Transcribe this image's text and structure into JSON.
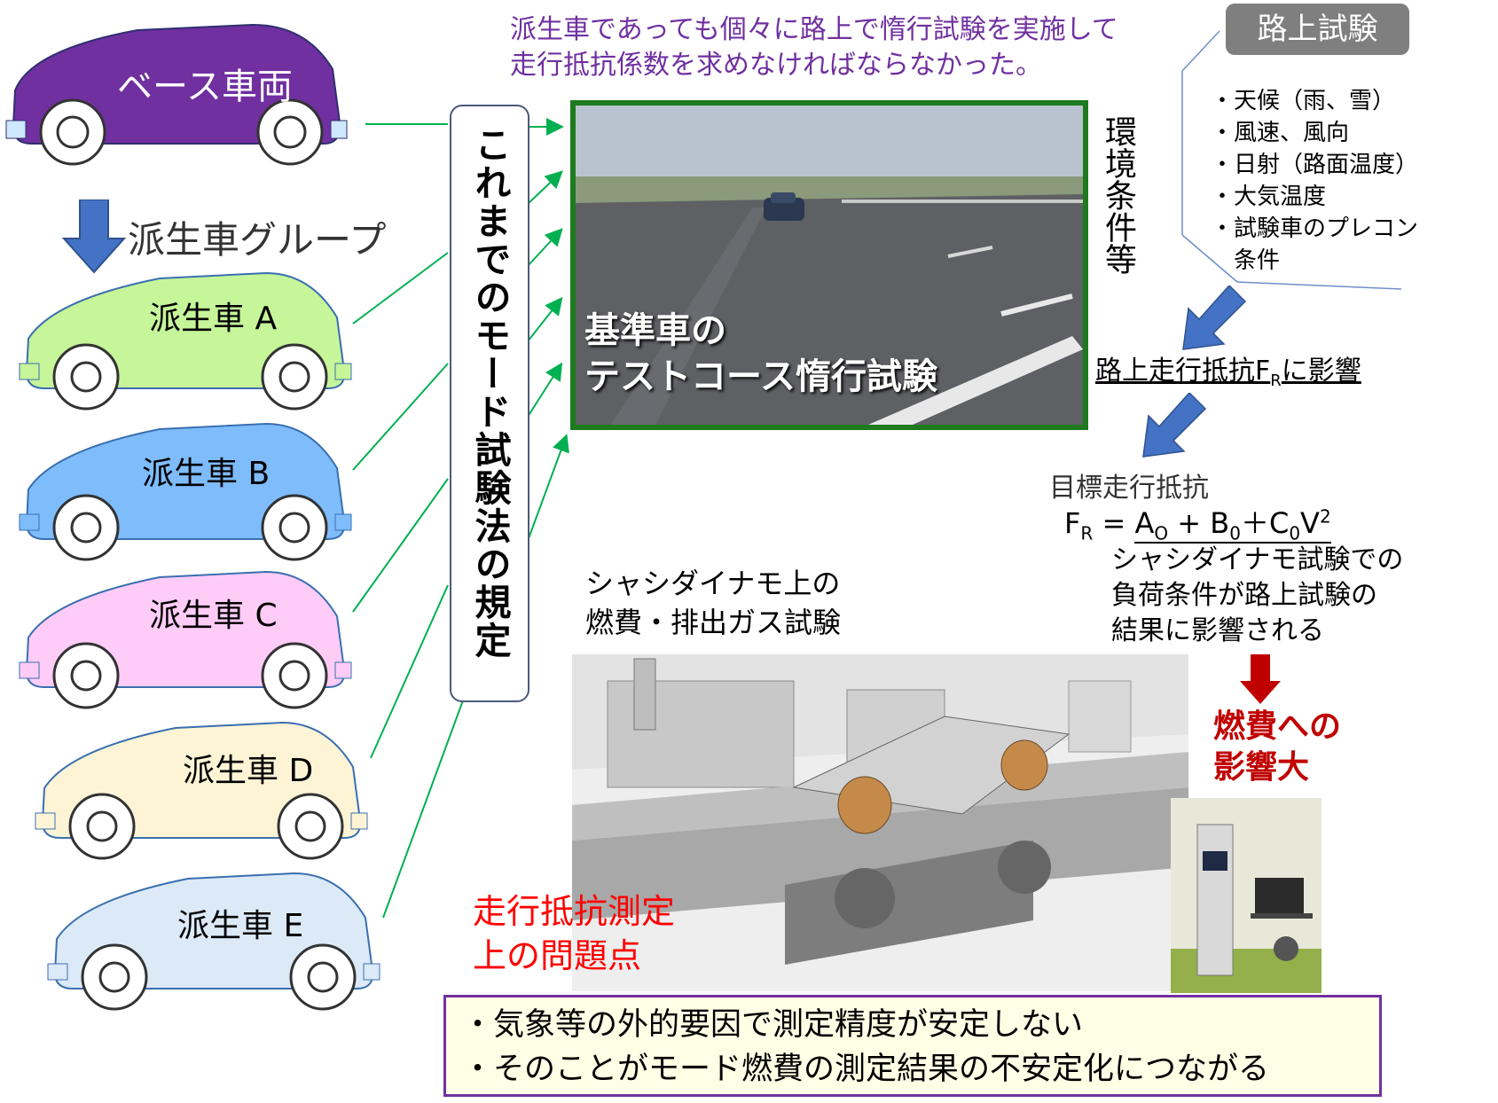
{
  "intro_note": {
    "line1": "派生車であっても個々に路上で惰行試験を実施して",
    "line2": "走行抵抗係数を求めなければならなかった。"
  },
  "base_car": {
    "label": "ベース車両",
    "color": "#7030a0"
  },
  "derived_group_label": "派生車グループ",
  "derived_cars": [
    {
      "label": "派生車 A",
      "color": "#c6f59a"
    },
    {
      "label": "派生車 B",
      "color": "#7ebcfc"
    },
    {
      "label": "派生車 C",
      "color": "#ffccf8"
    },
    {
      "label": "派生車 D",
      "color": "#fdf4d6"
    },
    {
      "label": "派生車 E",
      "color": "#dce9f7"
    }
  ],
  "regulation_box": "これまでのモード試験法の規定",
  "photo_caption": {
    "line1": "基準車の",
    "line2": "テストコース惰行試験"
  },
  "environment_label": "環境条件等",
  "road_test": {
    "badge": "路上試験",
    "bullets": [
      "・天候（雨、雪）",
      "・風速、風向",
      "・日射（路面温度）",
      "・大気温度",
      "・試験車のプレコン",
      "　条件"
    ]
  },
  "road_resistance": {
    "prefix": "路上走行抵抗F",
    "sub": "R",
    "suffix": "に影響"
  },
  "target_resistance": {
    "title": "目標走行抵抗",
    "lhs": "F",
    "lhs_sub": "R",
    "rhs_a": "A",
    "rhs_a_sub": "O",
    "rhs_b": " + B",
    "rhs_b_sub": "0",
    "rhs_c": "＋C",
    "rhs_c_sub": "0",
    "rhs_v": "V",
    "rhs_v_sup": "2",
    "note": [
      "シャシダイナモ試験での",
      "負荷条件が路上試験の",
      "結果に影響される"
    ]
  },
  "dyno_caption": {
    "line1": "シャシダイナモ上の",
    "line2": "燃費・排出ガス試験"
  },
  "fuel_impact": {
    "line1": "燃費への",
    "line2": "影響大"
  },
  "problem_heading": {
    "line1": "走行抵抗測定",
    "line2": "上の問題点"
  },
  "problems": [
    "・気象等の外的要因で測定精度が安定しない",
    "・そのことがモード燃費の測定結果の不安定化につながる"
  ],
  "colors": {
    "accent_purple": "#7030a0",
    "arrow_blue": "#4472c4",
    "arrow_red": "#c00000",
    "line_green": "#00b050",
    "photo_border": "#1e7a1e",
    "problem_box_bg": "#ffffe6"
  }
}
